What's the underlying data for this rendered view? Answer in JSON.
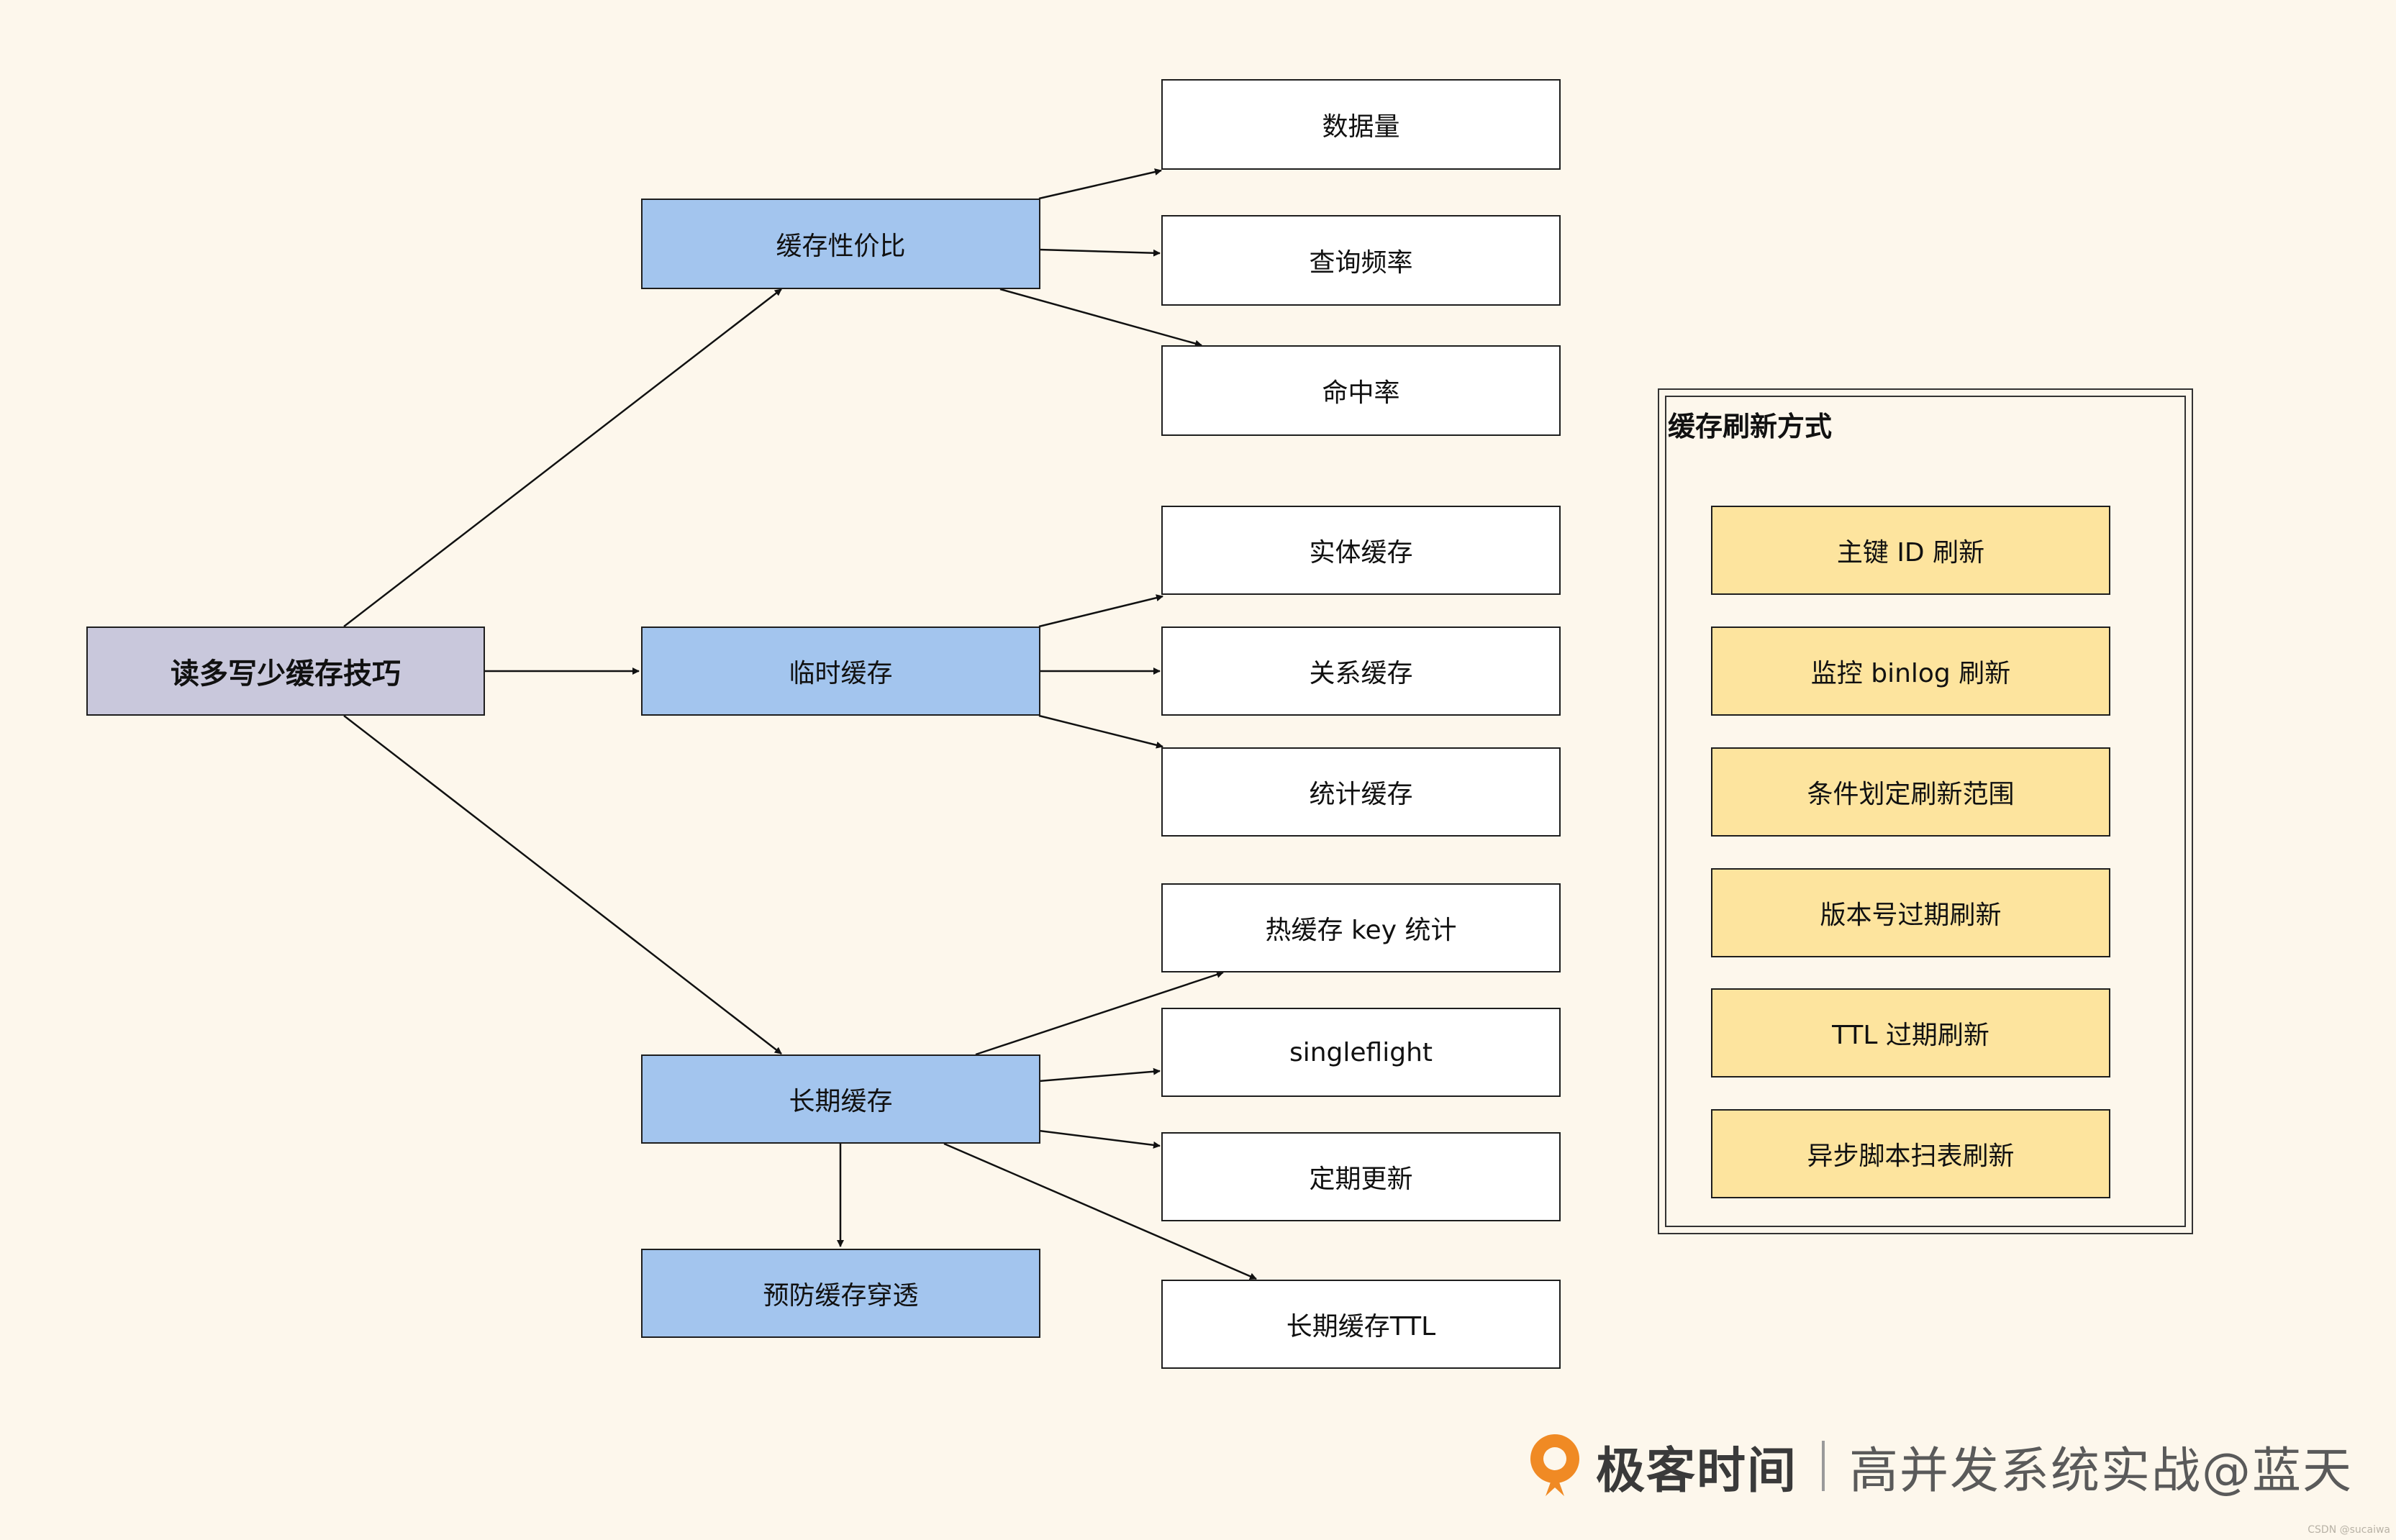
{
  "nodes": {
    "root": "读多写少缓存技巧",
    "cost_ratio": "缓存性价比",
    "temp_cache": "临时缓存",
    "long_cache": "长期缓存",
    "prevent_penetration": "预防缓存穿透",
    "data_volume": "数据量",
    "query_frequency": "查询频率",
    "hit_rate": "命中率",
    "entity_cache": "实体缓存",
    "relation_cache": "关系缓存",
    "stats_cache": "统计缓存",
    "hot_key_stats": "热缓存 key 统计",
    "singleflight": "singleflight",
    "scheduled_update": "定期更新",
    "long_cache_ttl": "长期缓存TTL"
  },
  "refresh_panel": {
    "title": "缓存刷新方式",
    "items": [
      "主键 ID 刷新",
      "监控 binlog 刷新",
      "条件划定刷新范围",
      "版本号过期刷新",
      "TTL 过期刷新",
      "异步脚本扫表刷新"
    ]
  },
  "brand": {
    "name": "极客时间",
    "subtitle": "高并发系统实战@蓝天"
  },
  "watermark": "CSDN @sucaiwa",
  "colors": {
    "root_fill": "#c9c8dc",
    "mid_fill": "#a3c5ee",
    "leaf_fill": "#ffffff",
    "panel_item_fill": "#fde49e",
    "background": "#fdf7ec",
    "logo_orange": "#f08a24"
  }
}
